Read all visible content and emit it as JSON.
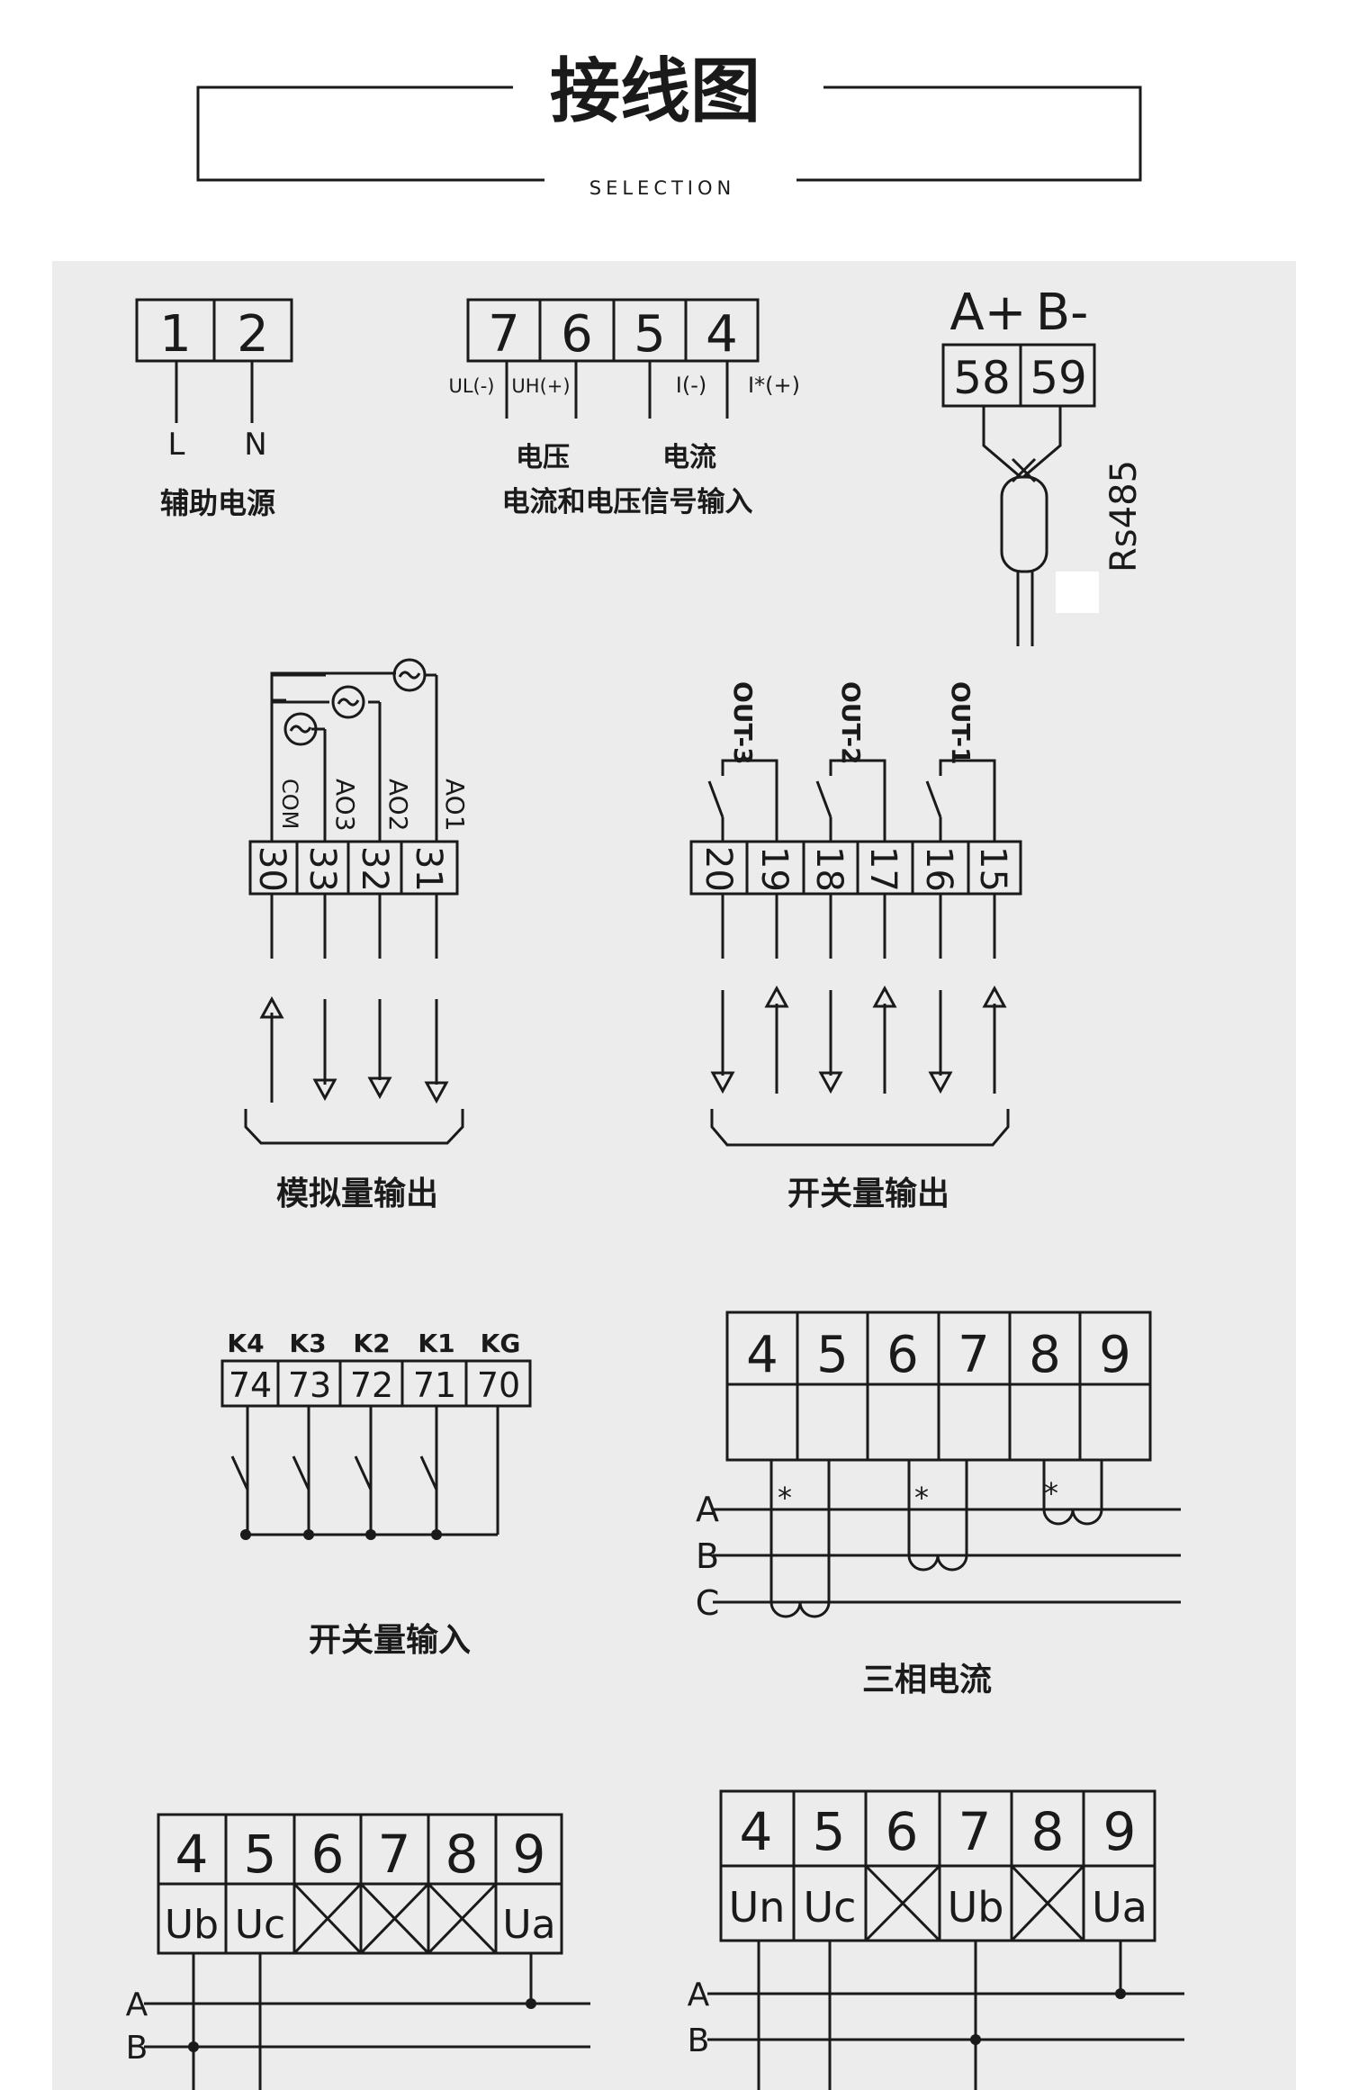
{
  "header": {
    "title": "接线图",
    "subtitle": "SELECTION"
  },
  "aux_power": {
    "terminals": [
      "1",
      "2"
    ],
    "wires": [
      "L",
      "N"
    ],
    "caption": "辅助电源"
  },
  "signal_input": {
    "terminals": [
      "7",
      "6",
      "5",
      "4"
    ],
    "pins": [
      "UL(-)",
      "UH(+)",
      "I(-)",
      "I*(+)"
    ],
    "voltage_label": "电压",
    "current_label": "电流",
    "caption": "电流和电压信号输入"
  },
  "rs485": {
    "polarity": [
      "A+",
      "B-"
    ],
    "terminals": [
      "58",
      "59"
    ],
    "label": "Rs485"
  },
  "analog_output": {
    "labels": [
      "COM",
      "AO3",
      "AO2",
      "AO1"
    ],
    "terminals": [
      "30",
      "33",
      "32",
      "31"
    ],
    "caption": "模拟量输出"
  },
  "switch_output": {
    "relays": [
      "OUT-3",
      "OUT-2",
      "OUT-1"
    ],
    "terminals": [
      "20",
      "19",
      "18",
      "17",
      "16",
      "15"
    ],
    "caption": "开关量输出"
  },
  "switch_input": {
    "labels": [
      "K4",
      "K3",
      "K2",
      "K1",
      "KG"
    ],
    "terminals": [
      "74",
      "73",
      "72",
      "71",
      "70"
    ],
    "caption": "开关量输入"
  },
  "three_phase_current": {
    "terminals": [
      "4",
      "5",
      "6",
      "7",
      "8",
      "9"
    ],
    "phases": [
      "A",
      "B",
      "C"
    ],
    "marker": "*",
    "caption": "三相电流"
  },
  "voltage_3p3w": {
    "terminals": [
      "4",
      "5",
      "6",
      "7",
      "8",
      "9"
    ],
    "signals": [
      "Ub",
      "Uc",
      "",
      "",
      "",
      "Ua"
    ],
    "phases": [
      "A",
      "B"
    ]
  },
  "voltage_3p4w": {
    "terminals": [
      "4",
      "5",
      "6",
      "7",
      "8",
      "9"
    ],
    "signals": [
      "Un",
      "Uc",
      "",
      "Ub",
      "",
      "Ua"
    ],
    "phases": [
      "A",
      "B"
    ]
  },
  "colors": {
    "panel": "#ececec",
    "line": "#1a1a1a",
    "page": "#ffffff"
  }
}
